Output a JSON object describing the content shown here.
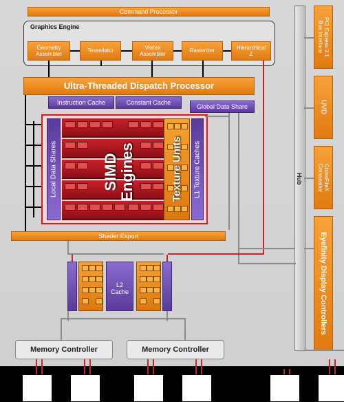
{
  "command_processor": "Command Processor",
  "graphics_engine": {
    "title": "Graphics Engine",
    "units": [
      "Geometry\nAssembler",
      "Tessellator",
      "Vertex\nAssembler",
      "Rasterizer",
      "Hierarchical\nZ"
    ]
  },
  "dispatch": "Ultra-Threaded Dispatch Processor",
  "instruction_cache": "Instruction Cache",
  "constant_cache": "Constant Cache",
  "global_data_share": "Global Data Share",
  "local_data_shares": "Local Data Shares",
  "simd_engines_line1": "SIMD",
  "simd_engines_line2": "Engines",
  "texture_units": "Texture Units",
  "l1_texture_caches": "L1 Texture Caches",
  "shader_export": "Shader Export",
  "l2_cache": "L2\nCache",
  "memory_controllers": [
    "Memory Controller",
    "Memory Controller"
  ],
  "hub": "Hub",
  "right_column": [
    "PCI Express 2.1\nBus Interface",
    "UVD",
    "CrossFireX\nCompositor",
    "Eyefinity Display Controllers"
  ],
  "colors": {
    "orange": "#f08a1c",
    "purple": "#6b4bb0",
    "red": "#c8202a",
    "highlight": "#e0141c"
  }
}
